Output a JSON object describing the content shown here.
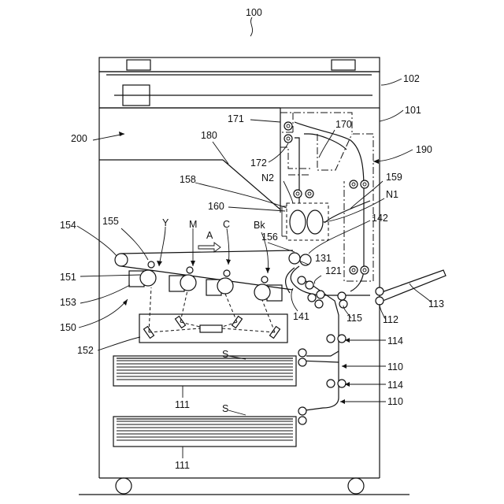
{
  "figure": {
    "labels": {
      "device": "100",
      "scanner": "102",
      "body": "101",
      "output_tray": "200",
      "upper_roller": "171",
      "reverse_guide": "170",
      "branch": "172",
      "duplex_path": "190",
      "guide_plate": "180",
      "path_n2": "N2",
      "path_n1": "N1",
      "fixing_rollers": "158",
      "roller_159": "159",
      "fixing_unit": "160",
      "belt_154": "154",
      "label_155": "155",
      "color_y": "Y",
      "color_m": "M",
      "color_c": "C",
      "color_bk": "Bk",
      "direction_a": "A",
      "label_156": "156",
      "label_142": "142",
      "label_131": "131",
      "label_151": "151",
      "label_121": "121",
      "label_153": "153",
      "label_141": "141",
      "label_115": "115",
      "label_112": "112",
      "label_113": "113",
      "label_150": "150",
      "label_152": "152",
      "sheet_s1": "S",
      "label_114a": "114",
      "label_110a": "110",
      "label_114b": "114",
      "label_111a": "111",
      "sheet_s2": "S",
      "label_110b": "110",
      "label_111b": "111"
    }
  }
}
